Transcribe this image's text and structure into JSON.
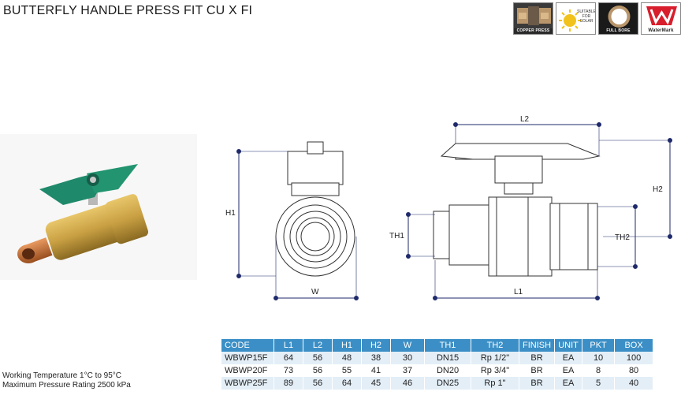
{
  "title": "BUTTERFLY HANDLE PRESS FIT CU X FI",
  "badges": [
    {
      "label": "COPPER PRESS",
      "icon": "copper-press-icon"
    },
    {
      "label": "SUITABLE FOR SOLAR",
      "icon": "sun-icon"
    },
    {
      "label": "FULL BORE",
      "icon": "full-bore-icon"
    },
    {
      "label": "WaterMark",
      "icon": "watermark-icon"
    }
  ],
  "dimensions": {
    "H1": "H1",
    "W": "W",
    "L2": "L2",
    "H2": "H2",
    "TH1": "TH1",
    "TH2": "TH2",
    "L1": "L1"
  },
  "specs": {
    "working_temperature": "Working Temperature  1°C to 95°C",
    "max_pressure": "Maximum Pressure Rating  2500 kPa"
  },
  "table": {
    "headers": [
      "CODE",
      "L1",
      "L2",
      "H1",
      "H2",
      "W",
      "TH1",
      "TH2",
      "FINISH",
      "UNIT",
      "PKT",
      "BOX"
    ],
    "rows": [
      [
        "WBWP15F",
        "64",
        "56",
        "48",
        "38",
        "30",
        "DN15",
        "Rp 1/2\"",
        "BR",
        "EA",
        "10",
        "100"
      ],
      [
        "WBWP20F",
        "73",
        "56",
        "55",
        "41",
        "37",
        "DN20",
        "Rp 3/4\"",
        "BR",
        "EA",
        "8",
        "80"
      ],
      [
        "WBWP25F",
        "89",
        "56",
        "64",
        "45",
        "46",
        "DN25",
        "Rp 1\"",
        "BR",
        "EA",
        "5",
        "40"
      ]
    ]
  },
  "colors": {
    "header_blue": "#3b8fc6",
    "row_tint": "#e3eef7",
    "handle_green": "#1f8a6b",
    "brass": "#c9a043",
    "dimension_navy": "#1f2a6b"
  }
}
